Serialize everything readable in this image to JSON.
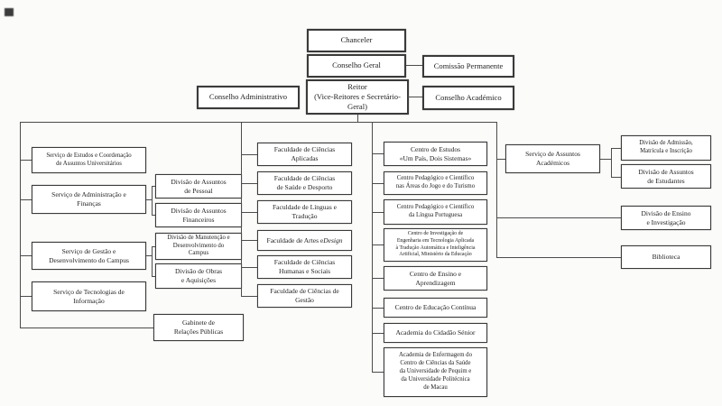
{
  "colors": {
    "box_bg": "#ffffff",
    "box_border": "#3a3a3a",
    "line": "#4c4c4c",
    "page_bg": "#fbfbf9"
  },
  "org": {
    "top": {
      "chanceler": "Chanceler",
      "conselho_geral": "Conselho Geral",
      "comissao_permanente": "Comissão Permanente",
      "reitor": "Reitor\n(Vice-Reitores e Secretário-\nGeral)",
      "conselho_administrativo": "Conselho Administrativo",
      "conselho_academico": "Conselho Académico"
    },
    "servicos": {
      "estudos": "Serviço de Estudos e Coordenação\nde Assuntos Universitários",
      "administracao": "Serviço de Administração e\nFinanças",
      "gestao": "Serviço de Gestão e\nDesenvolvimento do Campus",
      "tecnologias": "Serviço de Tecnologias de\nInformação",
      "gabinete_relacoes": "Gabinete de\nRelações Públicas"
    },
    "divisoes": {
      "pessoal": "Divisão de Assuntos\nde Pessoal",
      "financeiros": "Divisão de Assuntos\nFinanceiros",
      "manutencao": "Divisão de Manutenção e\nDesenvolvimento do\nCampus",
      "obras": "Divisão de Obras\ne Aquisições"
    },
    "faculdades": {
      "aplicadas": "Faculdade de Ciências\nAplicadas",
      "saude_desporto": "Faculdade de Ciências\nde Saúde e Desporto",
      "linguas_traducao": "Faculdade de Línguas e\nTradução",
      "artes_prefix": "Faculdade de Artes e ",
      "artes_italic": "Design",
      "humanas_sociais": "Faculdade de Ciências\nHumanas e Sociais",
      "gestao": "Faculdade de Ciências de\nGestão"
    },
    "centros": {
      "um_pais_dois_sistemas": "Centro de Estudos\n«Um País, Dois Sistemas»",
      "jogo_turismo": "Centro Pedagógico e Científico\nnas Áreas do Jogo e do Turismo",
      "lingua_portuguesa": "Centro Pedagógico e Científico\nda Língua Portuguesa",
      "investigacao_engenharia": "Centro de Investigação de\nEngenharia em Tecnologia Aplicada\nà Tradução Automática e Inteligência\nArtificial, Ministério da Educação",
      "ensino_aprendizagem": "Centro de Ensino e\nAprendizagem",
      "educacao_continua": "Centro de Educação Contínua",
      "academia_senior": "Academia do Cidadão Sénior",
      "academia_enfermagem": "Academia de Enfermagem do\nCentro de Ciências da Saúde\nda Universidade de Pequim e\nda Universidade Politécnica\nde Macau"
    },
    "academicos": {
      "servico": "Serviço de Assuntos\nAcadémicos",
      "admissao_matricula": "Divisão de Admissão,\nMatrícula e Inscrição",
      "assuntos_estudantes": "Divisão de Assuntos\nde Estudantes",
      "ensino_investigacao": "Divisão de Ensino\ne Investigação",
      "biblioteca": "Biblioteca"
    }
  }
}
